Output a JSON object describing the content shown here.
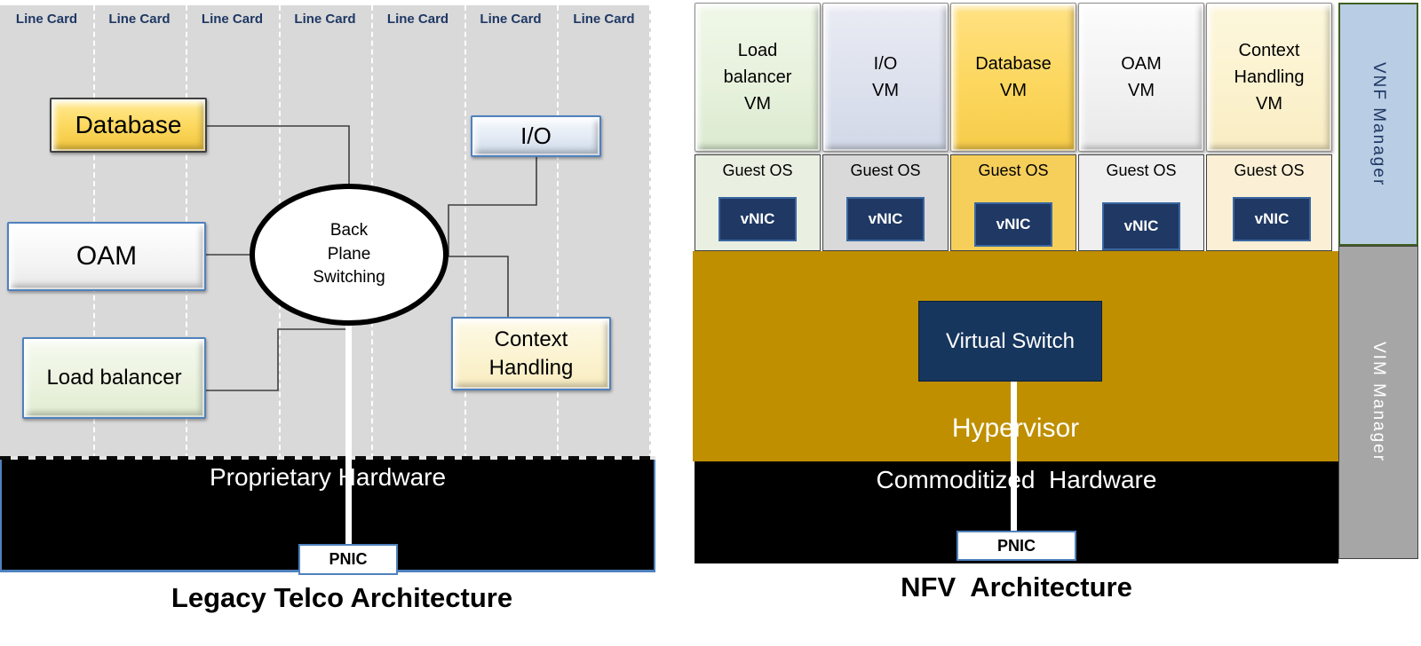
{
  "left_panel": {
    "line_card_labels": [
      "Line Card",
      "Line Card",
      "Line Card",
      "Line Card",
      "Line Card",
      "Line Card",
      "Line Card"
    ],
    "nodes": {
      "database": "Database",
      "oam": "OAM",
      "load_balancer": "Load balancer",
      "io": "I/O",
      "context_handling": "Context\nHandling",
      "backplane": "Back\nPlane\nSwitching"
    },
    "hardware_label": "Proprietary Hardware",
    "pnic_label": "PNIC",
    "caption": "Legacy Telco Architecture"
  },
  "right_panel": {
    "vms": [
      {
        "label": "Load\nbalancer\nVM",
        "guest_os": "Guest OS",
        "vnic": "vNIC"
      },
      {
        "label": "I/O\nVM",
        "guest_os": "Guest OS",
        "vnic": "vNIC"
      },
      {
        "label": "Database\nVM",
        "guest_os": "Guest OS",
        "vnic": "vNIC"
      },
      {
        "label": "OAM\nVM",
        "guest_os": "Guest OS",
        "vnic": "vNIC"
      },
      {
        "label": "Context\nHandling\nVM",
        "guest_os": "Guest OS",
        "vnic": "vNIC"
      }
    ],
    "virtual_switch": "Virtual Switch",
    "hypervisor": "Hypervisor",
    "hardware_label": "Commoditized  Hardware",
    "pnic_label": "PNIC",
    "caption": "NFV  Architecture",
    "vnf_manager": "VNF Manager",
    "vim_manager": "VIM Manager"
  },
  "colors": {
    "panel_gray": "#d9d9d9",
    "navy": "#1f3864",
    "virtual_switch_navy": "#17365d",
    "hypervisor_gold": "#bf8f00",
    "database_yellow": "#fcd95f",
    "load_balancer_green": "#eaf2de",
    "io_blue": "#e3eaf4",
    "context_cream": "#fbf2cf",
    "steel_blue_border": "#4f81bd",
    "vnf_manager_fill": "#b9cde4",
    "vnf_manager_border": "#3f6020",
    "vim_manager_gray": "#a6a6a6",
    "hardware_black": "#000000"
  }
}
